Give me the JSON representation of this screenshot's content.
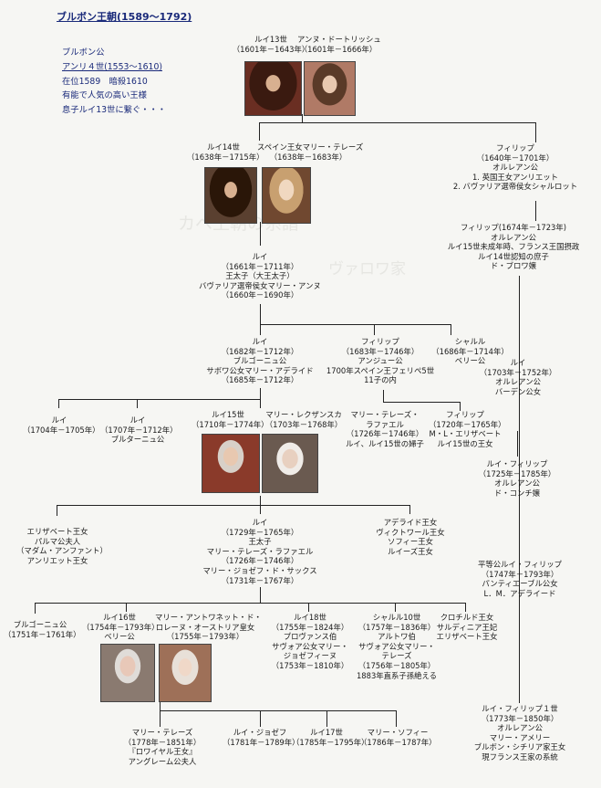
{
  "title": "ブルボン王朝(1589～1792)",
  "notes": [
    "ブルボン公",
    "アンリ４世(1553～1610)",
    "在位1589　暗殺1610",
    "有能で人気の高い王様",
    "息子ルイ13世に繋ぐ・・・"
  ],
  "watermark": [
    "カペ王朝の系譜",
    "ヴァロワ家"
  ],
  "persons": {
    "louis13": [
      "ルイ13世",
      "（1601年－1643年）"
    ],
    "anne": [
      "アンヌ・ドートリッシュ",
      "（1601年－1666年）"
    ],
    "louis14": [
      "ルイ14世",
      "（1638年－1715年）"
    ],
    "marie_therese_spain": [
      "スペイン王女マリー・テレーズ",
      "（1638年－1683年）"
    ],
    "philippe1": [
      "フィリップ",
      "（1640年－1701年）",
      "オルレアン公",
      "1. 英国王女アンリエット",
      "2. バヴァリア選帝侯女シャルロット"
    ],
    "philippe2": [
      "フィリップ(1674年－1723年)",
      "オルレアン公",
      "ルイ15世未成年時、フランス王国摂政",
      "ルイ14世認知の庶子",
      "ド・ブロワ嬢"
    ],
    "grand_dauphin": [
      "ルイ",
      "（1661年－1711年）",
      "王太子（大王太子）",
      "バヴァリア選帝侯女マリー・アンヌ",
      "（1660年－1690年）"
    ],
    "louis_bourgogne": [
      "ルイ",
      "（1682年－1712年）",
      "ブルゴーニュ公",
      "サボワ公女マリー・アデライド",
      "（1685年－1712年）"
    ],
    "philippe5": [
      "フィリップ",
      "（1683年－1746年）",
      "アンジュー公",
      "1700年スペイン王フェリペ5世",
      "11子の内"
    ],
    "charles_berry": [
      "シャルル",
      "（1686年－1714年）",
      "ベリー公"
    ],
    "louis_orleans": [
      "ルイ",
      "（1703年－1752年）",
      "オルレアン公",
      "バーデン公女"
    ],
    "louis_1704": [
      "ルイ",
      "（1704年－1705年）"
    ],
    "louis_1707": [
      "ルイ",
      "（1707年－1712年）",
      "ブルターニュ公"
    ],
    "louis15": [
      "ルイ15世",
      "（1710年－1774年）"
    ],
    "marie_leszczynska": [
      "マリー・レクザンスカ",
      "（1703年－1768年）"
    ],
    "marie_therese_raphaelle": [
      "マリー・テレーズ・",
      "ラファエル",
      "（1726年－1746年）",
      "ルイ、ルイ15世の婦子"
    ],
    "philippe_1720": [
      "フィリップ",
      "（1720年－1765年）",
      "M・L・エリザベート",
      "ルイ15世の王女"
    ],
    "louis_philippe_1725": [
      "ルイ・フィリップ",
      "（1725年－1785年）",
      "オルレアン公",
      "ド・コンチ嬢"
    ],
    "elisabeth": [
      "エリザベート王女",
      "パルマ公夫人",
      "（マダム・アンファント）",
      "アンリエット王女"
    ],
    "dauphin_louis": [
      "ルイ",
      "（1729年－1765年）",
      "王太子",
      "マリー・テレーズ・ラファエル",
      "（1726年－1746年）",
      "マリー・ジョゼフ・ド・サックス",
      "（1731年－1767年）"
    ],
    "adelaide_group": [
      "アデライド王女",
      "ヴィクトワール王女",
      "ソフィー王女",
      "ルイーズ王女"
    ],
    "egalite": [
      "平等公ルイ・フィリップ",
      "（1747年－1793年）",
      "パンティエーブル公女",
      "L．M．アデライード"
    ],
    "bourgogne2": [
      "ブルゴーニュ公",
      "（1751年－1761年）"
    ],
    "louis16": [
      "ルイ16世",
      "（1754年－1793年）",
      "ベリー公"
    ],
    "marie_antoinette": [
      "マリー・アントワネット・ド・",
      "ロレーヌ・オーストリア皇女",
      "（1755年－1793年）"
    ],
    "louis18": [
      "ルイ18世",
      "（1755年－1824年）",
      "プロヴァンス伯",
      "サヴォア公女マリー・",
      "ジョゼフィーヌ",
      "（1753年－1810年）"
    ],
    "charles10": [
      "シャルル10世",
      "（1757年－1836年）",
      "アルトワ伯",
      "サヴォア公女マリー・",
      "テレーズ",
      "（1756年－1805年）",
      "1883年直系子孫絶える"
    ],
    "clotilde": [
      "クロチルド王女",
      "サルディニア王妃",
      "エリザベート王女"
    ],
    "louis_philippe1": [
      "ルイ・フィリップ１世",
      "（1773年－1850年）",
      "オルレアン公",
      "マリー・アメリー",
      "ブルボン・シチリア家王女",
      "現フランス王家の系統"
    ],
    "marie_therese_1778": [
      "マリー・テレーズ",
      "（1778年－1851年）",
      "『ロワイヤル王女』",
      "アングレーム公夫人"
    ],
    "louis_joseph": [
      "ルイ・ジョゼフ",
      "（1781年－1789年）"
    ],
    "louis17": [
      "ルイ17世",
      "（1785年－1795年）"
    ],
    "marie_sophie": [
      "マリー・ソフィー",
      "（1786年－1787年）"
    ]
  },
  "portrait_colors": {
    "louis13": "#6a2e22",
    "anne": "#b07a66",
    "louis14": "#4a2a1a",
    "marie_therese_spain": "#c8a070",
    "louis15": "#8a3a2a",
    "marie_leszczynska": "#9a8a80",
    "louis16": "#b8a39a",
    "marie_antoinette": "#9e7058"
  },
  "accent_color": "#1a2a7a"
}
